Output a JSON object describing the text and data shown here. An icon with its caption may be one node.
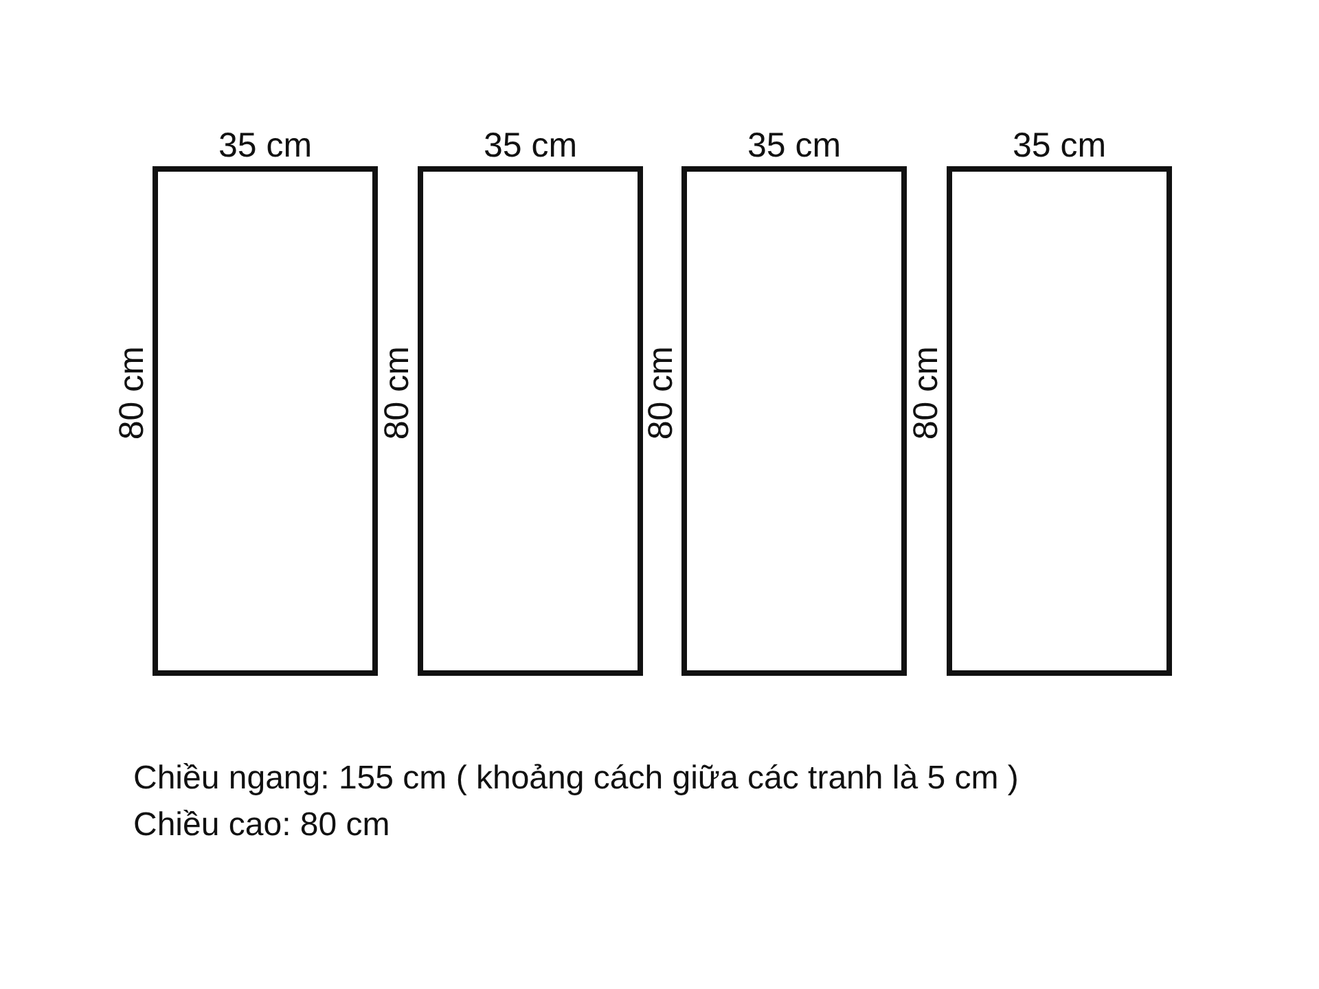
{
  "diagram": {
    "nodes": [
      {
        "text": [],
        "shape": "box",
        "beside": [
          "35 cm",
          "80 cm"
        ]
      },
      {
        "text": [],
        "shape": "box",
        "beside": [
          "35 cm",
          "80 cm"
        ]
      },
      {
        "text": [],
        "shape": "box",
        "beside": [
          "35 cm",
          "80 cm"
        ]
      },
      {
        "text": [],
        "shape": "box",
        "beside": [
          "35 cm",
          "80 cm"
        ]
      }
    ],
    "edges": [],
    "labels": [
      "Chiều ngang: 155 cm ( khoảng cách giữa các tranh là 5 cm )",
      "Chiều cao: 80 cm"
    ]
  }
}
